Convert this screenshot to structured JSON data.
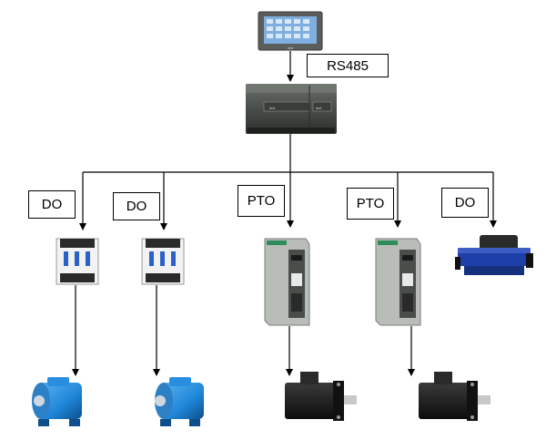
{
  "labels": {
    "rs485": "RS485",
    "do1": "DO",
    "do2": "DO",
    "pto1": "PTO",
    "pto2": "PTO",
    "do3": "DO"
  },
  "hmi": {
    "brand": "invt"
  },
  "plc": {
    "brand_left": "invt",
    "brand_right": "invt"
  },
  "colors": {
    "motor_blue": "#1e86d8",
    "servo_black": "#1a1a1a",
    "drive_gray": "#b8bdb8",
    "drive_green": "#2e8b5a",
    "valve_blue": "#1f3fa8",
    "contactor_white": "#f2f2f2"
  }
}
